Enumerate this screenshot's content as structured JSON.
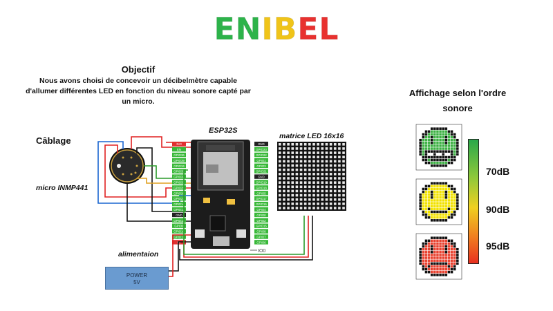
{
  "logo": {
    "letters": [
      {
        "char": "E",
        "color": "#2db34a"
      },
      {
        "char": "N",
        "color": "#2db34a"
      },
      {
        "char": "I",
        "color": "#f0c419"
      },
      {
        "char": "B",
        "color": "#f0c419"
      },
      {
        "char": "E",
        "color": "#e8312f"
      },
      {
        "char": "L",
        "color": "#e8312f"
      }
    ]
  },
  "objective": {
    "title": "Objectif",
    "text": "Nous avons choisi de concevoir un décibelmètre capable d'allumer différentes LED en fonction du niveau sonore capté par un micro."
  },
  "wiring": {
    "title": "Câblage",
    "mic_label": "micro INMP441",
    "esp_label": "ESP32S",
    "matrix_label": "matrice LED 16x16",
    "power_label": "alimentaion",
    "power_box_line1": "POWER",
    "power_box_line2": "5V",
    "io_label": "IO0",
    "left_pins": [
      "3V3",
      "EN",
      "GPIO36",
      "GPIO39",
      "GPIO34",
      "GPIO35",
      "GPIO32",
      "GPIO33",
      "GPIO25",
      "GPIO26",
      "GPIO27",
      "GPIO14",
      "GPIO12",
      "GND",
      "GPIO13",
      "GPIO9",
      "GPIO10",
      "GPIO11",
      "5V"
    ],
    "right_pins": [
      "GND",
      "GPIO23",
      "GPIO22",
      "GPIO1",
      "GPIO3",
      "GPIO21",
      "GND",
      "GPIO19",
      "GPIO18",
      "GPIO5",
      "GPIO17",
      "GPIO16",
      "GPIO4",
      "GPIO0",
      "GPIO2",
      "GPIO15",
      "GPIO8",
      "GPIO7",
      "GPIO6"
    ]
  },
  "display": {
    "title": "Affichage selon  l'ordre sonore",
    "levels": [
      {
        "label": "70dB",
        "color": "#3cb043"
      },
      {
        "label": "90dB",
        "color": "#f2e200"
      },
      {
        "label": "95dB",
        "color": "#e8412f"
      }
    ]
  }
}
